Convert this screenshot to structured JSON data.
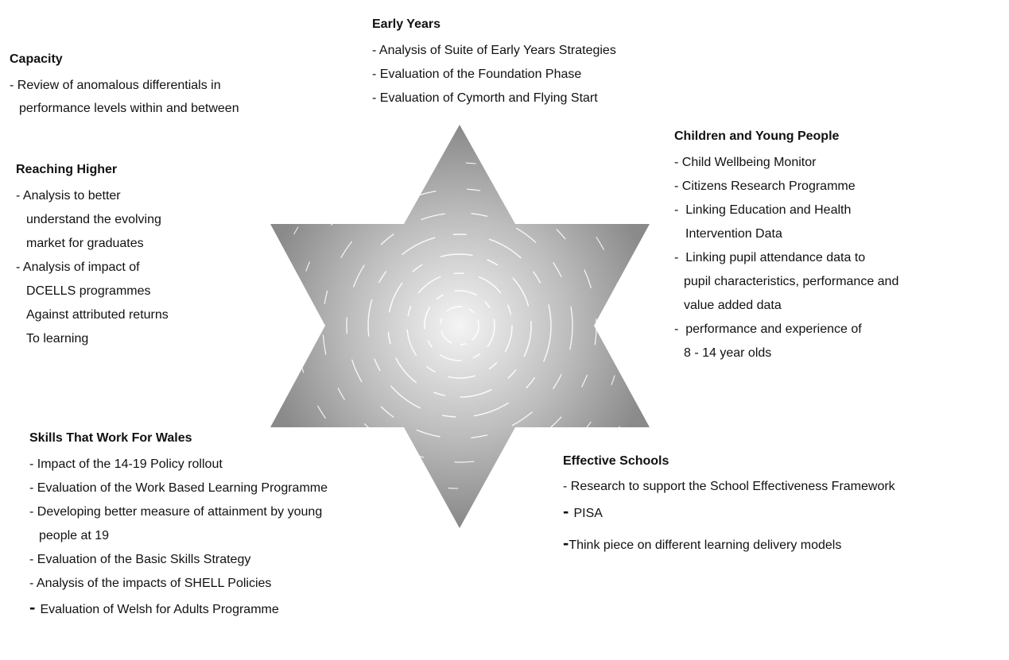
{
  "diagram": {
    "colors": {
      "star_light": "#f4f4f4",
      "star_dark": "#8a8a8a",
      "text": "#111111"
    },
    "sections": {
      "early_years": {
        "title": "Early Years",
        "items": [
          "- Analysis of Suite of Early Years Strategies",
          "- Evaluation of the Foundation Phase",
          "- Evaluation of Cymorth and Flying Start"
        ]
      },
      "capacity": {
        "title": "Capacity",
        "items": [
          "- Review of anomalous differentials in",
          "performance levels within and between"
        ]
      },
      "reaching_higher": {
        "title": "Reaching Higher",
        "items": [
          "- Analysis to better",
          "understand the evolving",
          "market for graduates",
          "- Analysis of impact of",
          "DCELLS programmes",
          "Against attributed returns",
          "To learning"
        ]
      },
      "children_young_people": {
        "title": "Children and Young People",
        "items": [
          "- Child Wellbeing Monitor",
          "- Citizens Research Programme",
          "-  Linking Education and Health",
          "Intervention Data",
          "-  Linking pupil attendance data to",
          "pupil characteristics, performance and",
          "value added data",
          "-  performance and experience of",
          "8 - 14 year olds"
        ]
      },
      "skills_wales": {
        "title": "Skills That Work For Wales",
        "items": [
          "- Impact of the 14-19 Policy rollout",
          "- Evaluation of the Work Based Learning Programme",
          "- Developing better measure of attainment by young",
          "people at 19",
          "- Evaluation of the Basic Skills Strategy",
          "- Analysis of the impacts of SHELL Policies",
          "Evaluation of Welsh for Adults Programme"
        ]
      },
      "effective_schools": {
        "title": "Effective Schools",
        "items": [
          "- Research to support the School Effectiveness Framework",
          "PISA",
          "Think piece on different learning delivery models"
        ]
      }
    }
  }
}
